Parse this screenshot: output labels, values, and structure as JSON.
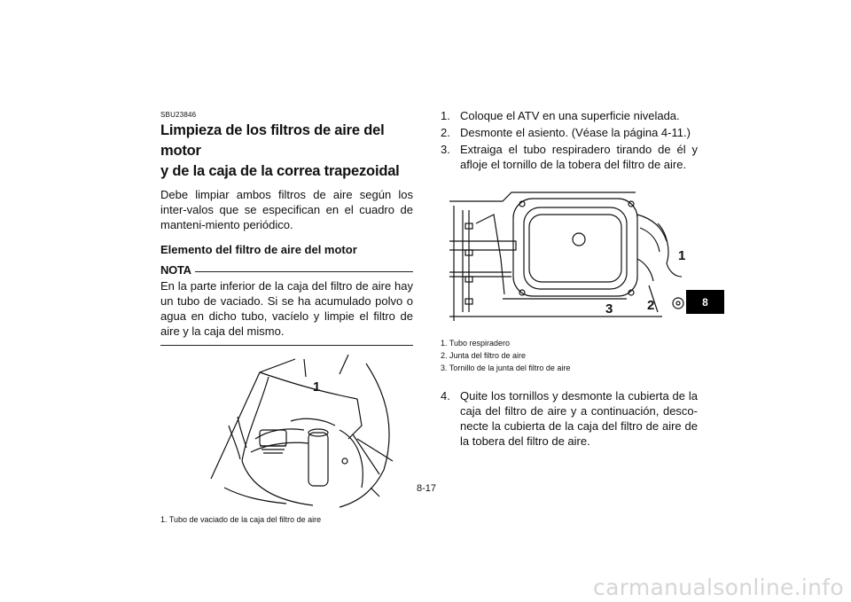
{
  "left": {
    "code": "SBU23846",
    "title_line1": "Limpieza de los filtros de aire del motor",
    "title_line2": "y de la caja de la correa trapezoidal",
    "intro": "Debe limpiar ambos filtros de aire según los inter-valos que se especifican en el cuadro de manteni-miento periódico.",
    "subheading": "Elemento del filtro de aire del motor",
    "nota_label": "NOTA",
    "nota_text": "En la parte inferior de la caja del filtro de aire hay un tubo de vaciado. Si se ha acumulado polvo o agua en dicho tubo, vacíelo y limpie el filtro de aire y la caja del mismo.",
    "figure_callout": "1",
    "caption": "1.  Tubo de vaciado de la caja del filtro de aire"
  },
  "right": {
    "steps": [
      {
        "n": "1.",
        "t": "Coloque el ATV en una superficie nivelada."
      },
      {
        "n": "2.",
        "t": "Desmonte el asiento. (Véase la página 4-11.)"
      },
      {
        "n": "3.",
        "t": "Extraiga el tubo respiradero tirando de él y afloje el tornillo de la tobera del filtro de aire."
      }
    ],
    "figure_callouts": {
      "c1": "1",
      "c2": "2",
      "c3": "3"
    },
    "captions": [
      "1.  Tubo respiradero",
      "2.  Junta del filtro de aire",
      "3.  Tornillo de la junta del filtro de aire"
    ],
    "step4": {
      "n": "4.",
      "t": "Quite los tornillos y desmonte la cubierta de la caja del filtro de aire y a continuación, desco-necte la cubierta de la caja del filtro de aire de la tobera del filtro de aire."
    }
  },
  "tab": "8",
  "page_number": "8-17",
  "watermark": "carmanualsonline.info"
}
